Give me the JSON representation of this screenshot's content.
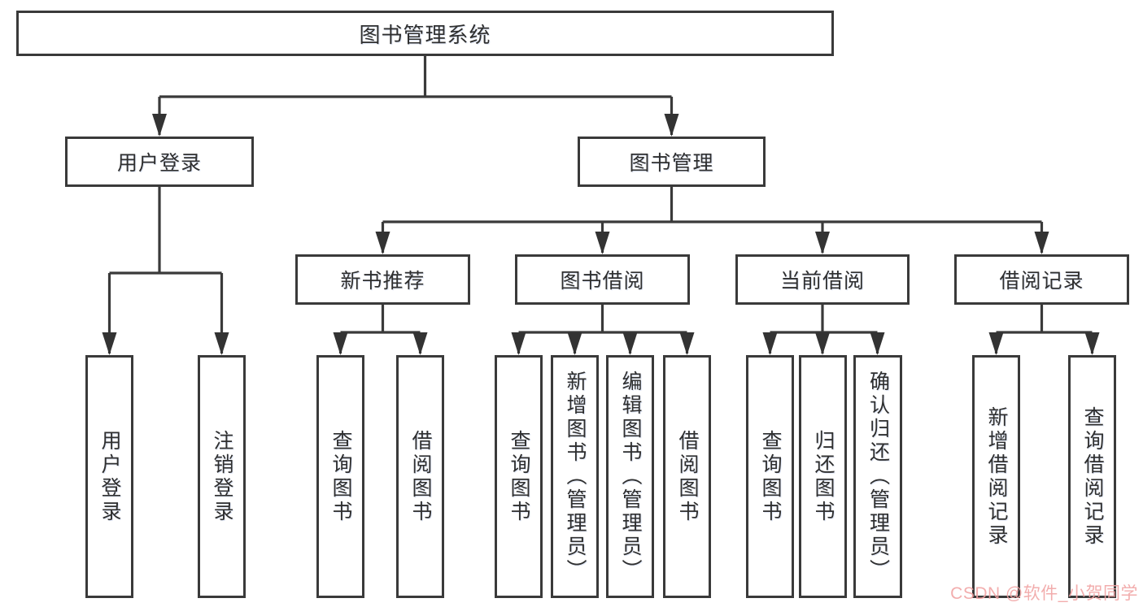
{
  "tree": {
    "label": "图书管理系统",
    "children": [
      {
        "label": "用户登录",
        "children": [
          {
            "label": "用户登录"
          },
          {
            "label": "注销登录"
          }
        ]
      },
      {
        "label": "图书管理",
        "children": [
          {
            "label": "新书推荐",
            "children": [
              {
                "label": "查询图书"
              },
              {
                "label": "借阅图书"
              }
            ]
          },
          {
            "label": "图书借阅",
            "children": [
              {
                "label": "查询图书"
              },
              {
                "label": "新增图书（管理员）"
              },
              {
                "label": "编辑图书（管理员）"
              },
              {
                "label": "借阅图书"
              }
            ]
          },
          {
            "label": "当前借阅",
            "children": [
              {
                "label": "查询图书"
              },
              {
                "label": "归还图书"
              },
              {
                "label": "确认归还（管理员）"
              }
            ]
          },
          {
            "label": "借阅记录",
            "children": [
              {
                "label": "新增借阅记录"
              },
              {
                "label": "查询借阅记录"
              }
            ]
          }
        ]
      }
    ]
  },
  "watermark": {
    "text": "CSDN @软件_小贺同学",
    "color": "#f1a2a2"
  },
  "colors": {
    "line": "#3a3a3a",
    "box_border": "#3a3a3a",
    "box_background": "#ffffff",
    "text": "#2f2f2f",
    "page_background": "#ffffff"
  }
}
